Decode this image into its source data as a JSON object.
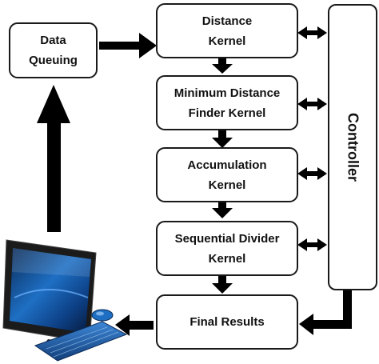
{
  "boxes": {
    "data_queuing": [
      "Data",
      "Queuing"
    ],
    "distance": [
      "Distance",
      "Kernel"
    ],
    "min_distance": [
      "Minimum Distance",
      "Finder Kernel"
    ],
    "accumulation": [
      "Accumulation",
      "Kernel"
    ],
    "sequential_divider": [
      "Sequential Divider",
      "Kernel"
    ],
    "final_results": [
      "Final Results"
    ]
  },
  "controller": "Controller",
  "colors": {
    "arrow": "#000000",
    "border": "#1a1a1a",
    "screen": "#1e6fc4"
  },
  "icons": {
    "computer": "desktop-computer-icon"
  }
}
